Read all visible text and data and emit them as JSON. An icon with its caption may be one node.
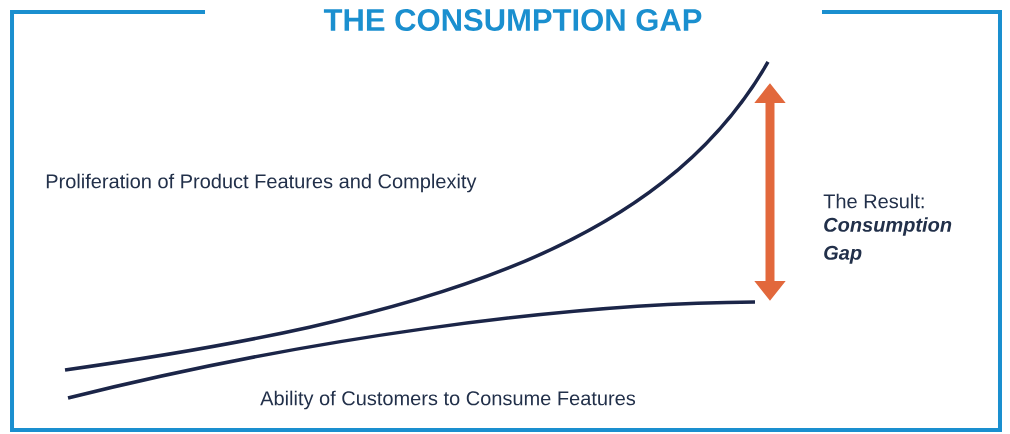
{
  "diagram": {
    "title": "THE CONSUMPTION GAP",
    "labels": [
      "Proliferation of Product Features and Complexity",
      "The Result:",
      "Consumption Gap",
      "Ability of Customers to Consume Features"
    ]
  }
}
